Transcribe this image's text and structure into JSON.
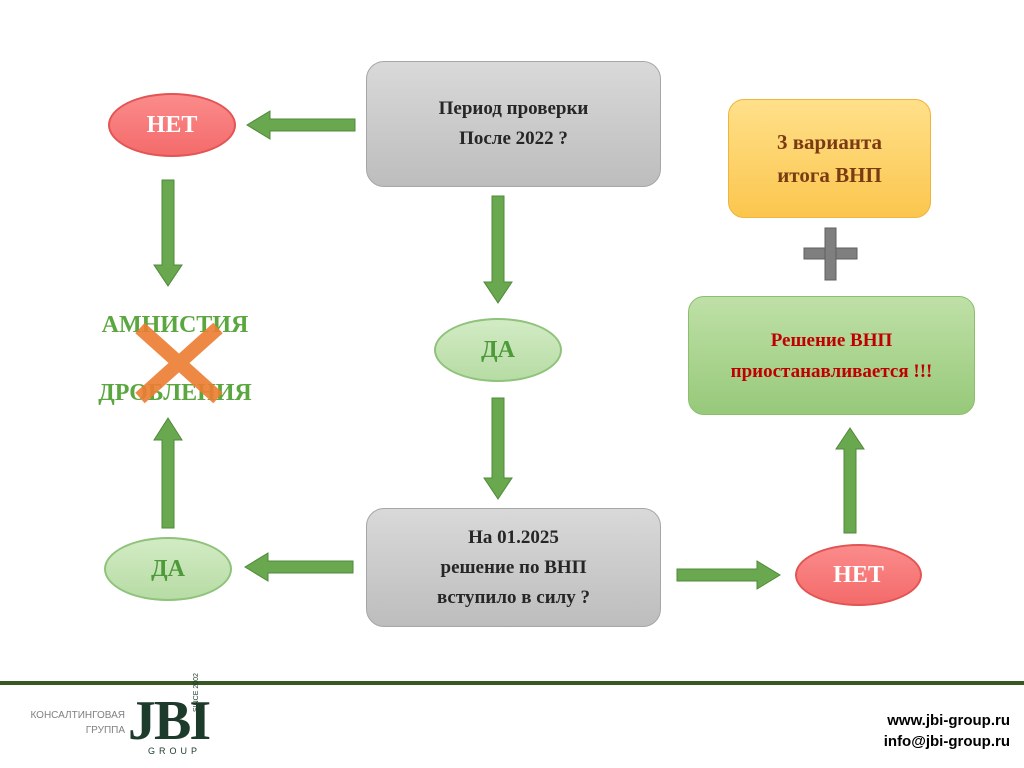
{
  "flow": {
    "check_period": "Период проверки\nПосле 2022 ?",
    "check_decision": "На 01.2025\nрешение по ВНП\nвступило в силу ?",
    "no_top": "НЕТ",
    "yes_mid": "ДА",
    "yes_left": "ДА",
    "no_right": "НЕТ",
    "amnesty_line1": "АМНИСТИЯ",
    "amnesty_line2": "ДРОБЛЕНИЯ",
    "variants": "3 варианта\nитога ВНП",
    "suspended": "Решение ВНП\nприостанавливается !!!"
  },
  "footer": {
    "company_small_1": "КОНСАЛТИНГОВАЯ",
    "company_small_2": "ГРУППА",
    "logo": "JBI",
    "logo_group": "GROUP",
    "logo_since": "SINCE 2002",
    "website": "www.jbi-group.ru",
    "email": "info@jbi-group.ru"
  },
  "colors": {
    "arrow": "#6aa84f",
    "cross": "#ed7d31",
    "plus": "#7f7f7f",
    "footer_line": "#385723"
  }
}
